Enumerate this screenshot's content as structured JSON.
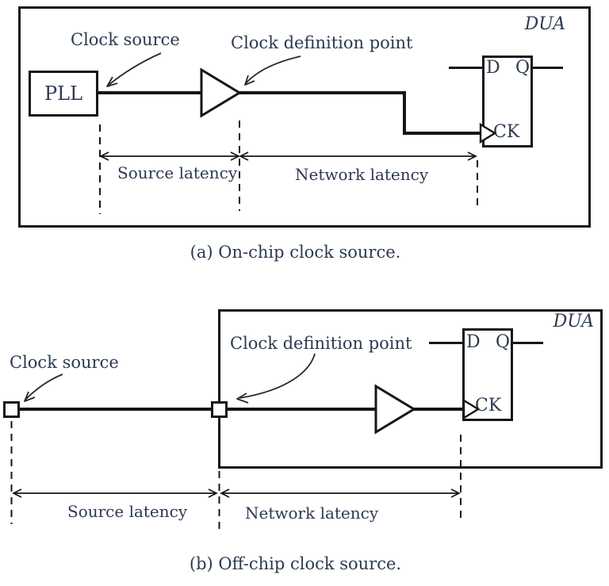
{
  "colors": {
    "stroke": "#161616",
    "text": "#2c3a52",
    "background": "#ffffff"
  },
  "diagram_a": {
    "dua_label": "DUA",
    "clock_source_label": "Clock source",
    "clock_definition_label": "Clock definition point",
    "pll_label": "PLL",
    "flip_flop": {
      "d_pin": "D",
      "q_pin": "Q",
      "ck_pin": "CK"
    },
    "source_latency_label": "Source latency",
    "network_latency_label": "Network latency",
    "caption": "(a) On-chip clock source."
  },
  "diagram_b": {
    "dua_label": "DUA",
    "clock_source_label": "Clock source",
    "clock_definition_label": "Clock definition point",
    "flip_flop": {
      "d_pin": "D",
      "q_pin": "Q",
      "ck_pin": "CK"
    },
    "source_latency_label": "Source latency",
    "network_latency_label": "Network latency",
    "caption": "(b) Off-chip clock source."
  }
}
